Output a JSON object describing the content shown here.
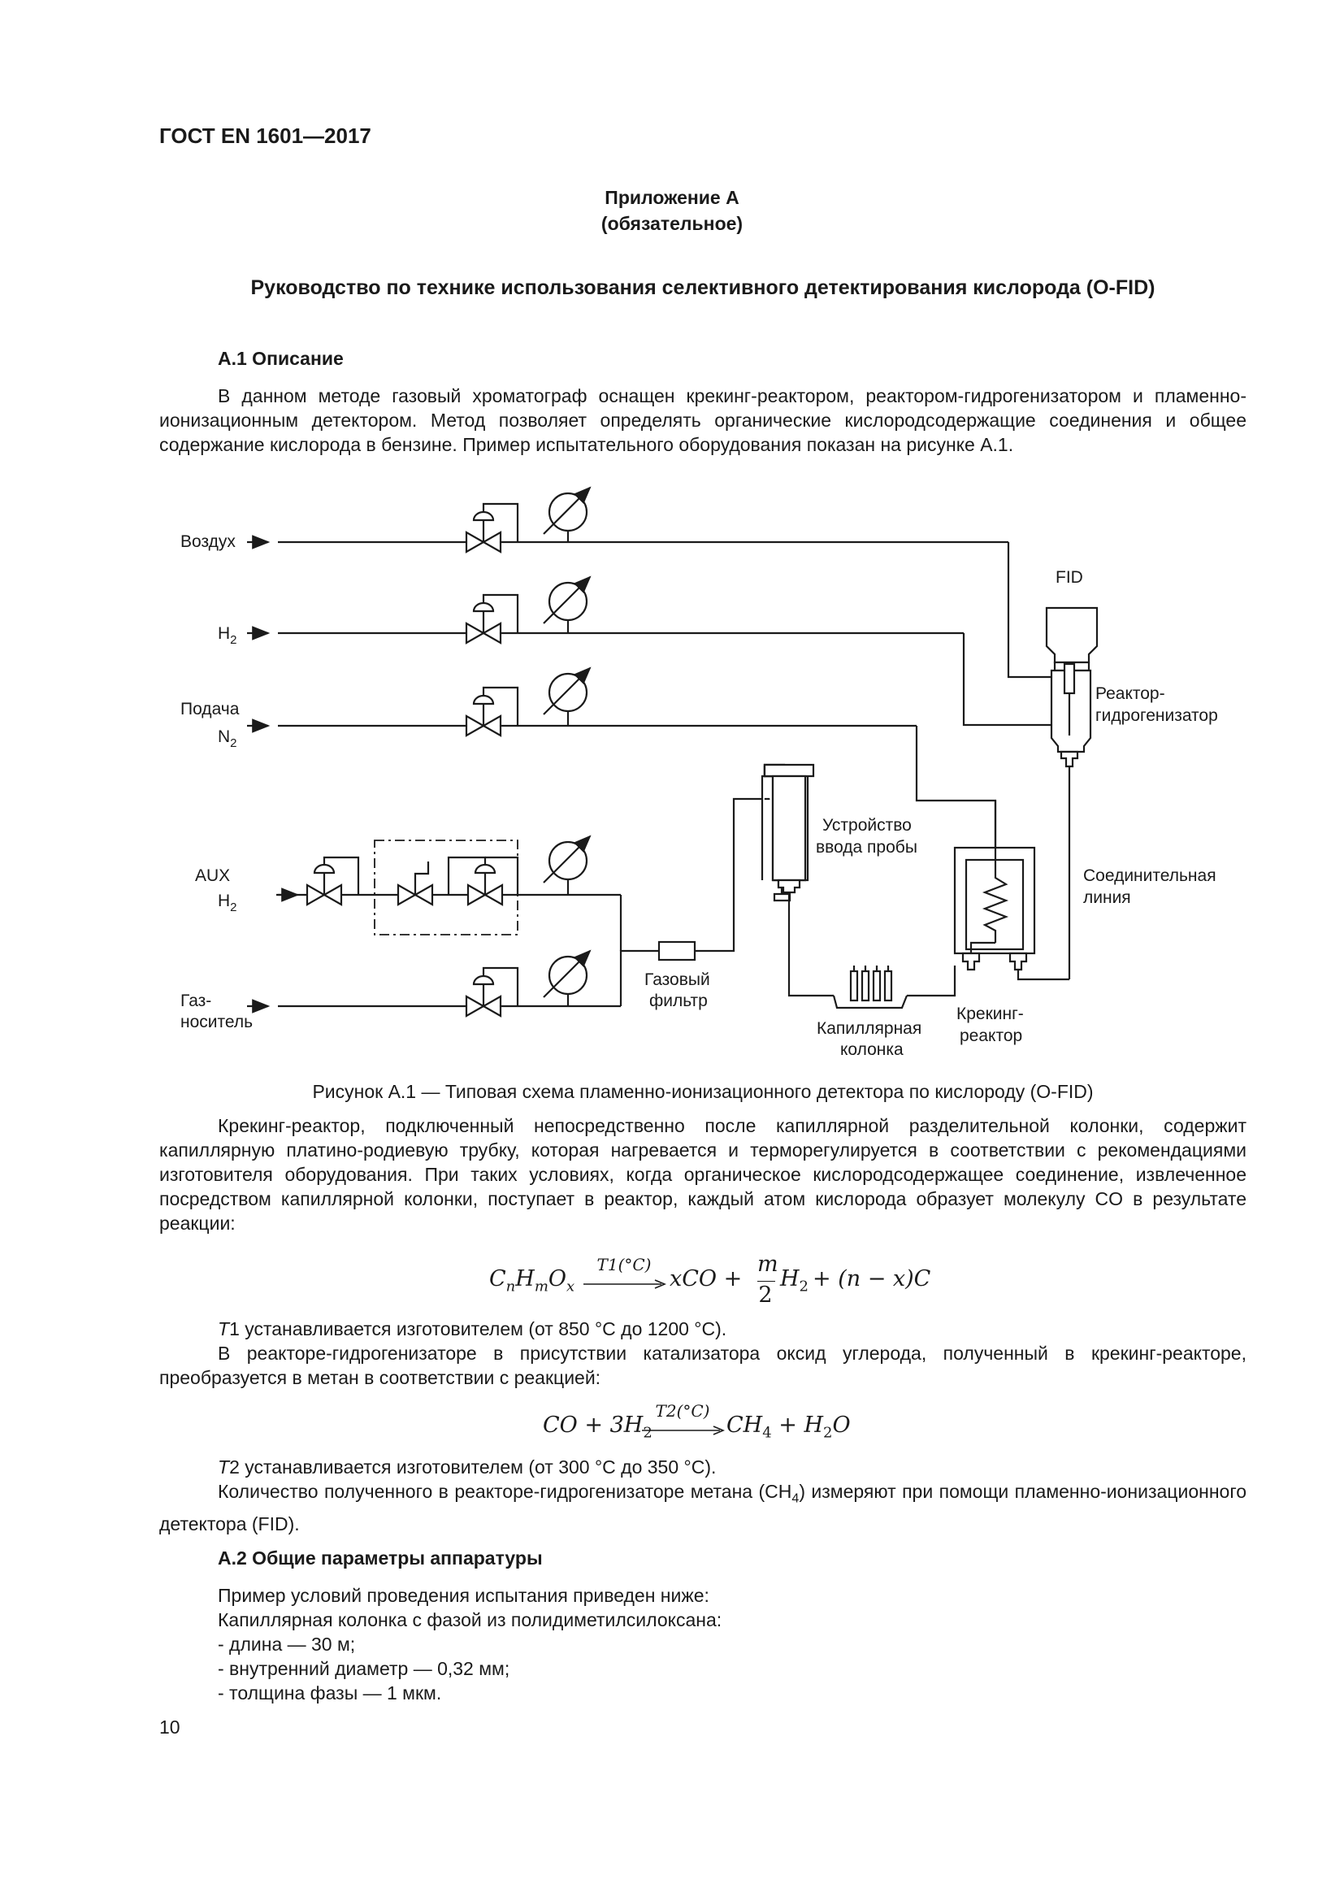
{
  "header": {
    "standard": "ГОСТ EN 1601—2017"
  },
  "annex": {
    "title": "Приложение А",
    "status": "(обязательное)"
  },
  "main_title": "Руководство по технике использования селективного детектирования кислорода (O-FID)",
  "section1": {
    "heading": "А.1 Описание",
    "para1": "В данном методе газовый хроматограф оснащен крекинг-реактором, реактором-гидрогенизатором и пламенно-ионизационным детектором. Метод позволяет определять органические кислородсодержащие соединения и общее содержание кислорода в бензине. Пример испытательного оборудования показан на рисунке А.1."
  },
  "figure": {
    "labels": {
      "air": "Воздух",
      "h2_main": "H",
      "h2_sub": "2",
      "feed": "Подача",
      "n2_main": "N",
      "n2_sub": "2",
      "aux": "AUX",
      "aux_h2_main": "H",
      "aux_h2_sub": "2",
      "carrier1": "Газ-",
      "carrier2": "носитель",
      "fid": "FID",
      "hydro1": "Реактор-",
      "hydro2": "гидрогенизатор",
      "injector1": "Устройство",
      "injector2": "ввода пробы",
      "transfer1": "Соединительная",
      "transfer2": "линия",
      "filter1": "Газовый",
      "filter2": "фильтр",
      "column1": "Капиллярная",
      "column2": "колонка",
      "cracker1": "Крекинг-",
      "cracker2": "реактор"
    },
    "caption": "Рисунок А.1 — Типовая схема пламенно-ионизационного детектора по кислороду (O-FID)"
  },
  "body": {
    "para2": "Крекинг-реактор, подключенный непосредственно после капиллярной разделительной колонки, содержит капиллярную платино-родиевую трубку, которая нагревается и терморегулируется в соответствии с рекомендациями изготовителя оборудования. При таких условиях, когда органическое кислородсодержащее соединение, извлеченное посредством капиллярной колонки, поступает в реактор, каждый атом кислорода образует молекулу CO в результате реакции:",
    "t1_italic": "T",
    "t1_text": "1 устанавливается изготовителем (от 850 °C до 1200 °C).",
    "para3": "В реакторе-гидрогенизаторе в присутствии катализатора оксид углерода, полученный в крекинг-реакторе, преобразуется в метан в соответствии с реакцией:",
    "t2_italic": "T",
    "t2_text": "2 устанавливается изготовителем (от 300 °C до 350 °C).",
    "para4_a": "Количество полученного в реакторе-гидрогенизаторе метана (CH",
    "para4_sub": "4",
    "para4_b": ") измеряют при помощи пламенно-ионизационного детектора (FID)."
  },
  "equation1": {
    "lhs": "C",
    "lhs_n": "n",
    "lhs_h": "H",
    "lhs_m": "m",
    "lhs_o": "O",
    "lhs_x": "x",
    "arrow_label": "T1(°C)",
    "rhs1": "xCO +",
    "frac_num": "m",
    "frac_den": "2",
    "rhs2": "H",
    "rhs2_sub": "2",
    "rhs3": "+ (n − x)C"
  },
  "equation2": {
    "lhs": "CO + 3H",
    "lhs_sub": "2",
    "arrow_label": "T2(°C)",
    "rhs1": "CH",
    "rhs1_sub": "4",
    "rhs2": "+ H",
    "rhs2_sub": "2",
    "rhs3": "O"
  },
  "section2": {
    "heading": "А.2 Общие параметры аппаратуры",
    "lines": [
      "Пример условий проведения испытания приведен ниже:",
      "Капиллярная колонка с фазой из полидиметилсилоксана:",
      "- длина — 30 м;",
      "- внутренний диаметр — 0,32 мм;",
      "- толщина фазы — 1 мкм."
    ]
  },
  "page_number": "10"
}
